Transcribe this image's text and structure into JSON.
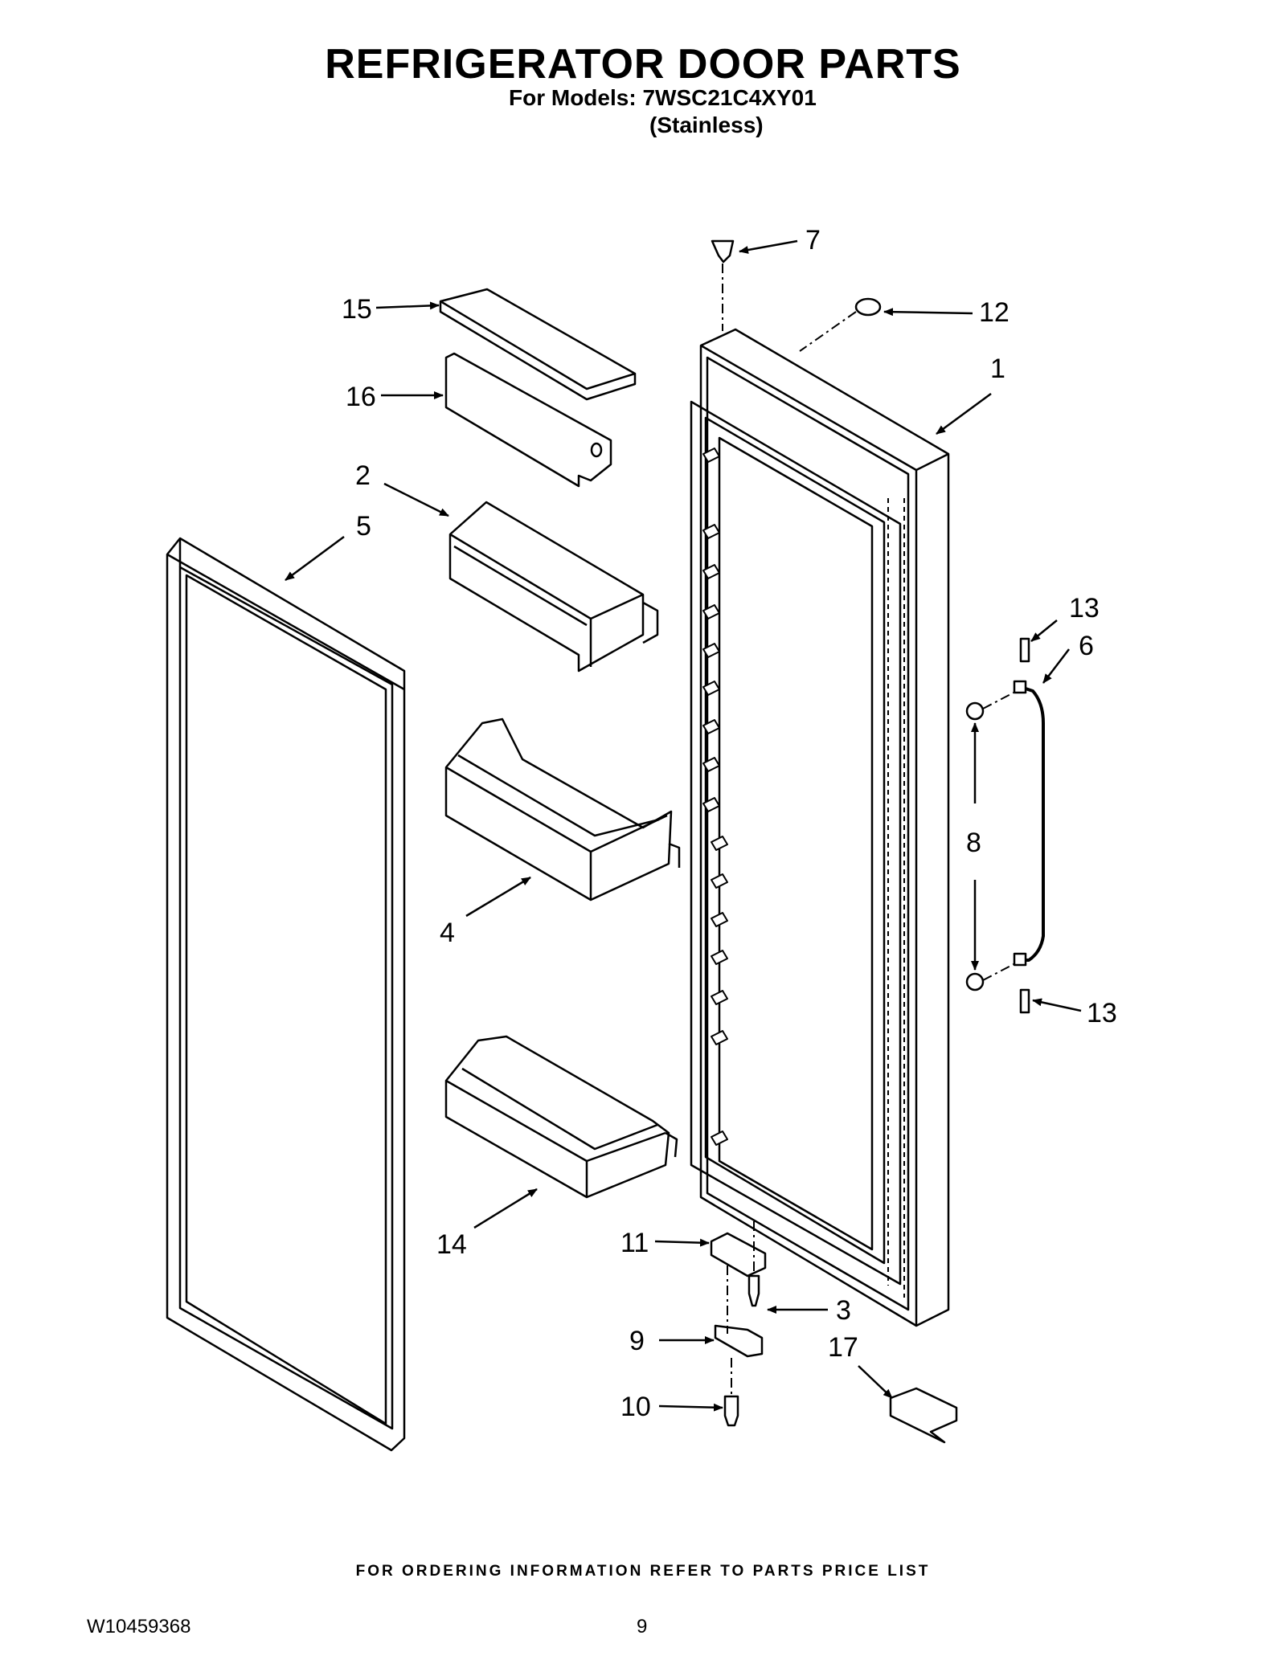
{
  "header": {
    "title": "REFRIGERATOR DOOR PARTS",
    "models": "For Models: 7WSC21C4XY01",
    "finish": "(Stainless)"
  },
  "callouts": {
    "c1": "1",
    "c2": "2",
    "c3": "3",
    "c4": "4",
    "c5": "5",
    "c6": "6",
    "c7": "7",
    "c8": "8",
    "c9": "9",
    "c10": "10",
    "c11": "11",
    "c12": "12",
    "c13a": "13",
    "c13b": "13",
    "c14": "14",
    "c15": "15",
    "c16": "16",
    "c17": "17"
  },
  "footer": {
    "ordering_note": "FOR ORDERING INFORMATION REFER TO PARTS PRICE LIST",
    "document_number": "W10459368",
    "page_number": "9"
  }
}
